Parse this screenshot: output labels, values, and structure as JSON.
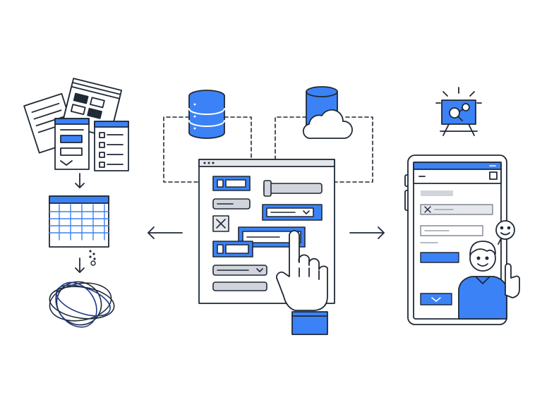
{
  "colors": {
    "ink": "#1f2937",
    "blue": "#3b82f6",
    "blue_dark": "#2563eb",
    "light_blue": "#dbeafe",
    "gray": "#d1d5db",
    "gray_light": "#e5e7eb",
    "paper": "#ffffff",
    "skin": "#ffffff"
  },
  "diagram": {
    "left_column": [
      "documents-stack-icon",
      "spreadsheet-table-icon",
      "tangled-scribble-icon"
    ],
    "top_sources": [
      "database-cylinder-icon",
      "cloud-storage-icon"
    ],
    "center": "form-builder-window-with-hand",
    "right_column": [
      "tablet-form-preview",
      "presentation-screen-icon",
      "happy-user-avatar"
    ],
    "arrows": [
      "arrow-left",
      "arrow-right",
      "arrow-down-docs-to-table",
      "arrow-down-table-to-chaos"
    ]
  }
}
